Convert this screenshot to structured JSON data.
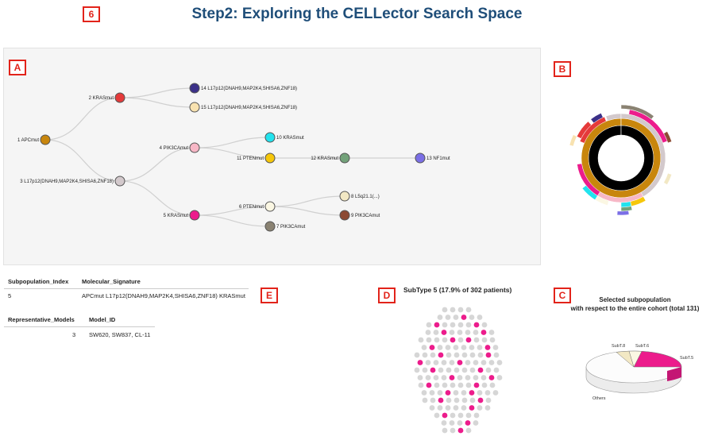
{
  "page": {
    "title": "Step2: Exploring the CELLector Search Space",
    "step_badge": "6"
  },
  "badges": {
    "a": "A",
    "b": "B",
    "c": "C",
    "d": "D",
    "e": "E"
  },
  "tree": {
    "nodes": [
      {
        "id": "1",
        "label": "1 APCmut",
        "color": "#c8860d"
      },
      {
        "id": "2",
        "label": "2 KRASmut",
        "color": "#e53a3a"
      },
      {
        "id": "3",
        "label": "3 L17p12(DNAH9,MAP2K4,SHISA6,ZNF18)",
        "color": "#d3c9cc"
      },
      {
        "id": "4",
        "label": "4 PIK3CAmut",
        "color": "#f7b7c6"
      },
      {
        "id": "5",
        "label": "5 KRASmut",
        "color": "#ec1c8c"
      },
      {
        "id": "6",
        "label": "6 PTENmut",
        "color": "#fbf7e3"
      },
      {
        "id": "7",
        "label": "7 PIK3CAmut",
        "color": "#8a8272"
      },
      {
        "id": "8",
        "label": "8 L5q21.1(...)",
        "color": "#f2e8c4"
      },
      {
        "id": "9",
        "label": "9 PIK3CAmut",
        "color": "#8c4a33"
      },
      {
        "id": "10",
        "label": "10 KRASmut",
        "color": "#22e3ee"
      },
      {
        "id": "11",
        "label": "11 PTENmut",
        "color": "#f6c70a"
      },
      {
        "id": "12",
        "label": "12 KRASmut",
        "color": "#73a27a"
      },
      {
        "id": "13",
        "label": "13 NF1mut",
        "color": "#7b6fe6"
      },
      {
        "id": "14",
        "label": "14 L17p12(DNAH9,MAP2K4,SHISA6,ZNF18)",
        "color": "#3b3088"
      },
      {
        "id": "15",
        "label": "15 L17p12(DNAH9,MAP2K4,SHISA6,ZNF18)",
        "color": "#f8e2b0"
      }
    ]
  },
  "table": {
    "h1": "Subpopulation_Index",
    "h2": "Molecular_Signature",
    "r1c1": "5",
    "r1c2": "APCmut L17p12(DNAH9,MAP2K4,SHISA6,ZNF18) KRASmut",
    "h3": "Representative_Models",
    "h4": "Model_ID",
    "r2c1": "3",
    "r2c2": "SW620, SW837, CL-11"
  },
  "subtype": {
    "title": "SubType 5 (17.9% of 302 patients)",
    "highlight_color": "#ec1c8c",
    "base_color": "#d6d6d6"
  },
  "pie": {
    "title_line1": "Selected subpopulation",
    "title_line2": "with respect to the entire cohort (total 131)",
    "labels": {
      "subt8": "SubT.8",
      "subt6": "SubT.6",
      "subt5": "SubT.5",
      "others": "Others"
    }
  }
}
